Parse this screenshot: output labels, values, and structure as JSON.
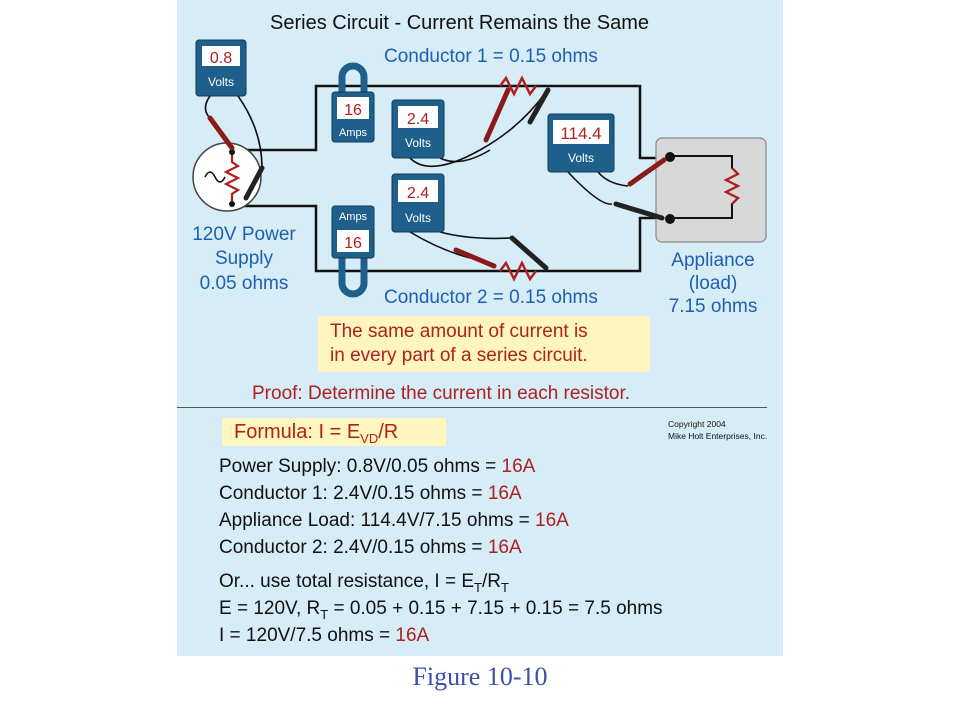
{
  "title": "Series Circuit - Current Remains the Same",
  "conductor1": "Conductor 1 = 0.15 ohms",
  "conductor2": "Conductor 2 = 0.15 ohms",
  "supply": {
    "line1": "120V Power",
    "line2": "Supply",
    "line3": "0.05 ohms"
  },
  "appliance": {
    "line1": "Appliance",
    "line2": "(load)",
    "line3": "7.15 ohms"
  },
  "meters": {
    "supply_volts": {
      "value": "0.8",
      "unit": "Volts"
    },
    "amps_top": {
      "value": "16",
      "unit": "Amps"
    },
    "amps_bottom": {
      "value": "16",
      "unit": "Amps"
    },
    "cond1_volts": {
      "value": "2.4",
      "unit": "Volts"
    },
    "cond2_volts": {
      "value": "2.4",
      "unit": "Volts"
    },
    "load_volts": {
      "value": "114.4",
      "unit": "Volts"
    }
  },
  "note": {
    "line1": "The same amount of current is",
    "line2": "in every part of a series circuit."
  },
  "proof": "Proof: Determine the current in each resistor.",
  "formula": {
    "text": "Formula:  I = E",
    "sub": "VD",
    "tail": "/R"
  },
  "copyright": {
    "line1": "Copyright 2004",
    "line2": "Mike Holt Enterprises, Inc."
  },
  "calcs": [
    {
      "text": "Power Supply: 0.8V/0.05 ohms = ",
      "result": "16A"
    },
    {
      "text": "Conductor 1: 2.4V/0.15 ohms = ",
      "result": "16A"
    },
    {
      "text": "Appliance Load: 114.4V/7.15 ohms = ",
      "result": "16A"
    },
    {
      "text": "Conductor 2: 2.4V/0.15 ohms = ",
      "result": "16A"
    }
  ],
  "total": {
    "line1a": "Or... use total resistance,   I = E",
    "line1sub1": "T",
    "line1b": "/R",
    "line1sub2": "T",
    "line2a": "E = 120V, R",
    "line2sub": "T",
    "line2b": " = 0.05 + 0.15 + 7.15 + 0.15 = 7.5 ohms",
    "line3a": "I = 120V/7.5 ohms = ",
    "line3result": "16A"
  },
  "caption": "Figure 10-10",
  "colors": {
    "panel": "#d6ecf6",
    "meter": "#1f5f8b",
    "accent_red": "#b02020",
    "note_bg": "#fff6bf",
    "caption": "#3a4fb0"
  }
}
